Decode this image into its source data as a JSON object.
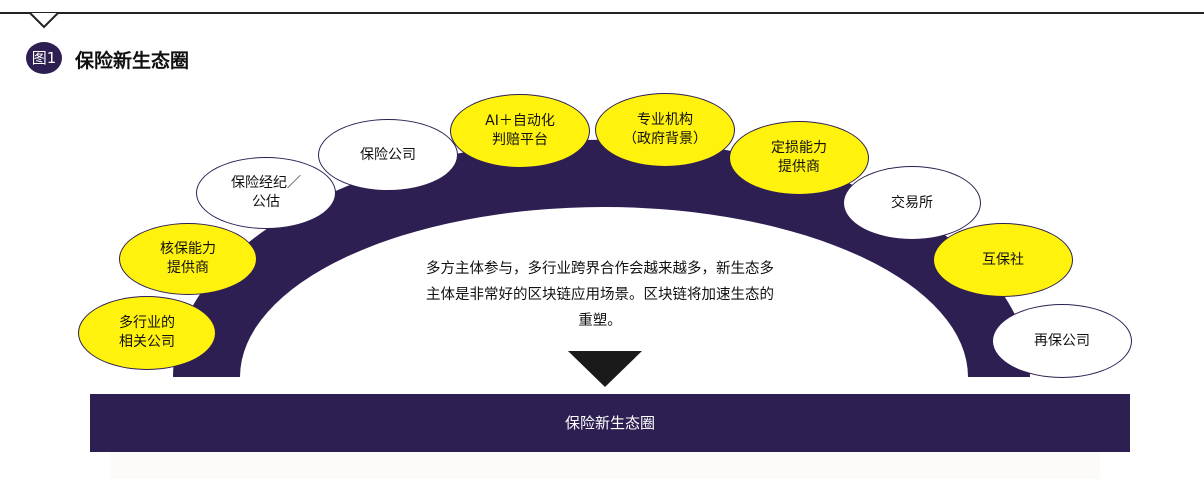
{
  "header": {
    "badge": "图1",
    "title": "保险新生态圈"
  },
  "participants": [
    {
      "label": "多行业的\n相关公司",
      "fill": "#fff20c"
    },
    {
      "label": "核保能力\n提供商",
      "fill": "#fff20c"
    },
    {
      "label": "保险经纪／\n公估",
      "fill": "#ffffff"
    },
    {
      "label": "保险公司",
      "fill": "#ffffff"
    },
    {
      "label": "AI＋自动化\n判赔平台",
      "fill": "#fff20c"
    },
    {
      "label": "专业机构\n（政府背景）",
      "fill": "#fff20c"
    },
    {
      "label": "定损能力\n提供商",
      "fill": "#fff20c"
    },
    {
      "label": "交易所",
      "fill": "#ffffff"
    },
    {
      "label": "互保社",
      "fill": "#fff20c"
    },
    {
      "label": "再保公司",
      "fill": "#ffffff"
    }
  ],
  "description": "多方主体参与，多行业跨界合作会越来越多，新生态多主体是非常好的区块链应用场景。区块链将加速生态的重塑。",
  "bottom_bar": "保险新生态圈",
  "colors": {
    "purple": "#2e1f52",
    "yellow": "#fff20c"
  }
}
